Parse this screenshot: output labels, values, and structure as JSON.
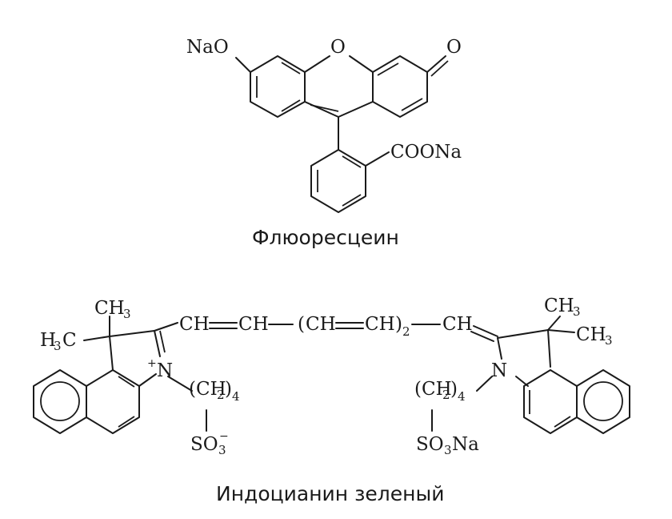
{
  "fluorescein": {
    "caption": "Флюоресцеин",
    "labels": {
      "nao": "NaO",
      "o_ring": "O",
      "o_keto": "O",
      "coo": "COONa"
    }
  },
  "icg": {
    "caption": "Индоцианин зеленый",
    "labels": {
      "ch3_top_left": "CH",
      "ch3_top_left_sub": "3",
      "h3c_h": "H",
      "h3c_sub": "3",
      "h3c_c": "C",
      "n_plus_charge": "+",
      "n_left": "N",
      "chain_ch1": "CH",
      "chain_ch2": "CH",
      "chain_paren_open": "(",
      "chain_ch3": "CH",
      "chain_ch4": "CH",
      "chain_paren_close": ")",
      "chain_sub2": "2",
      "chain_ch5": "CH",
      "ch2_left": "(CH",
      "ch2_left_sub": "2",
      "ch2_left_close": ")",
      "ch2_left_n": "4",
      "so3_left": "SO",
      "so3_left_sub": "3",
      "so3_left_charge": "−",
      "ch3_right_top": "CH",
      "ch3_right_top_sub": "3",
      "ch3_right_low": "CH",
      "ch3_right_low_sub": "3",
      "n_right": "N",
      "ch2_right": "(CH",
      "ch2_right_sub": "2",
      "ch2_right_close": ")",
      "ch2_right_n": "4",
      "so3na_right": "SO",
      "so3na_right_sub": "3",
      "so3na_right_na": "Na"
    }
  }
}
